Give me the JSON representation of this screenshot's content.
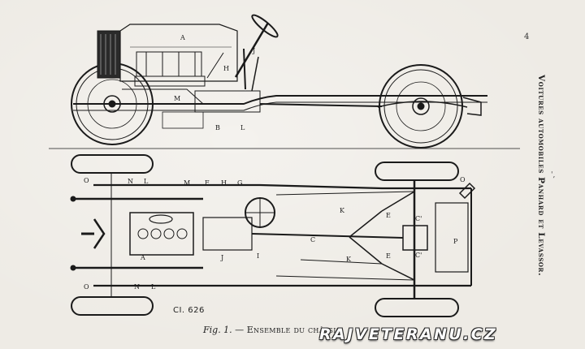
{
  "page_number": "4",
  "side_title": "Voitures automobiles Panhard et Levassor.",
  "plate_number": "CI. 626",
  "caption": {
    "fig": "Fig. 1.",
    "separator": " — ",
    "title": "Ensemble du châssis."
  },
  "watermark": "RAJVETERANU.CZ",
  "margin_marks": "',",
  "elevation_labels": [
    "A",
    "H",
    "J",
    "M",
    "B",
    "L"
  ],
  "plan_labels": [
    "O",
    "N",
    "L",
    "M",
    "F",
    "H",
    "G",
    "K",
    "E",
    "C'",
    "C",
    "P",
    "A",
    "J",
    "I",
    "K",
    "E",
    "C'",
    "O",
    "N",
    "L",
    "O"
  ],
  "colors": {
    "paper": "#eeebe5",
    "ink": "#1a1a1a"
  }
}
